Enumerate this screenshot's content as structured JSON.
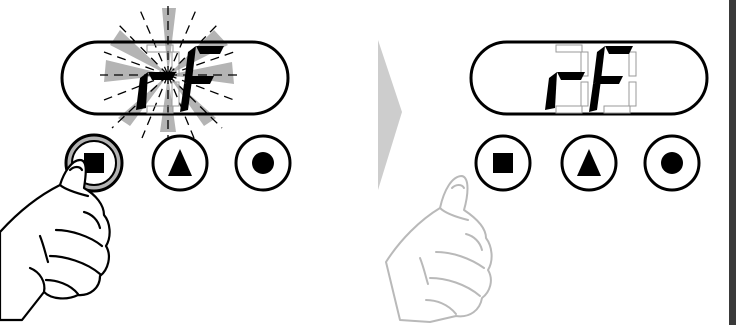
{
  "before": {
    "display_text": "rF",
    "highlighted_button": "square",
    "buttons": [
      {
        "id": "square",
        "symbol": "square-icon"
      },
      {
        "id": "triangle",
        "symbol": "triangle-icon"
      },
      {
        "id": "circle",
        "symbol": "circle-icon"
      }
    ],
    "display_state": "blinking"
  },
  "after": {
    "display_text": "rF",
    "buttons": [
      {
        "id": "square",
        "symbol": "square-icon"
      },
      {
        "id": "triangle",
        "symbol": "triangle-icon"
      },
      {
        "id": "circle",
        "symbol": "circle-icon"
      }
    ],
    "display_state": "steady"
  },
  "colors": {
    "ink": "#000000",
    "highlight": "#b4b4b4",
    "arrow": "#cdcdcd",
    "faded_hand": "#b9b9b9",
    "frame_bar": "#3a3a3a"
  }
}
